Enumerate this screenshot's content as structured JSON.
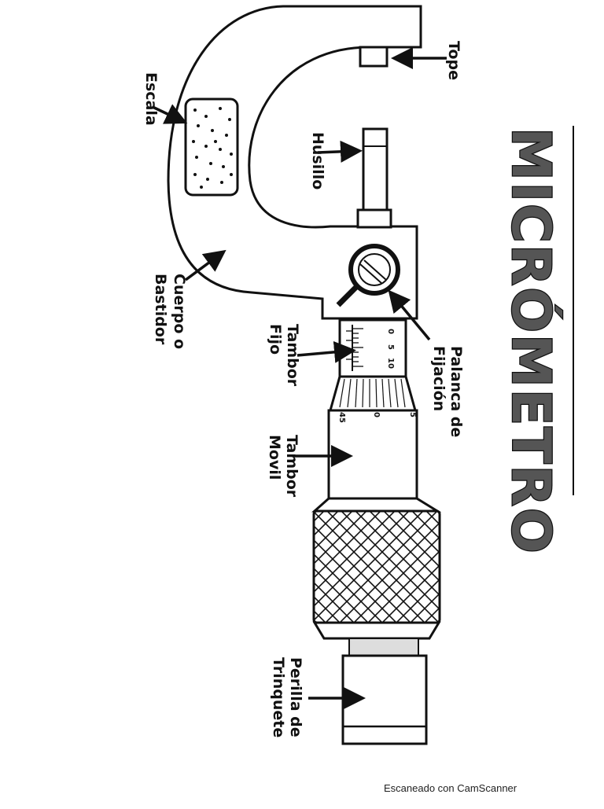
{
  "title": "MICRÓMETRO",
  "labels": {
    "tope": "Tope",
    "escala": "Escala",
    "husillo": "Husillo",
    "cuerpo_1": "Cuerpo o",
    "cuerpo_2": "Bastidor",
    "tambor_fijo_1": "Tambor",
    "tambor_fijo_2": "Fijo",
    "palanca_1": "Palanca de",
    "palanca_2": "Fijación",
    "tambor_movil_1": "Tambor",
    "tambor_movil_2": "Movil",
    "perilla_1": "Perilla de",
    "perilla_2": "Trinquete"
  },
  "scale_marks": {
    "fixed": [
      "0",
      "5",
      "10"
    ],
    "thimble": [
      "5",
      "0",
      "45"
    ]
  },
  "footer": "Escaneado con CamScanner"
}
